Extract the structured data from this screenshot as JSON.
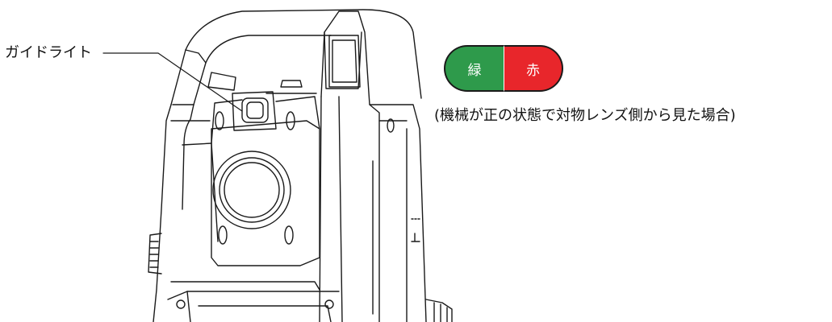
{
  "callout": {
    "label": "ガイドライト"
  },
  "indicator": {
    "left_label": "緑",
    "right_label": "赤",
    "left_color": "#2e9a4b",
    "right_color": "#e8262b"
  },
  "caption": "(機械が正の状態で対物レンズ側から見た場合)"
}
